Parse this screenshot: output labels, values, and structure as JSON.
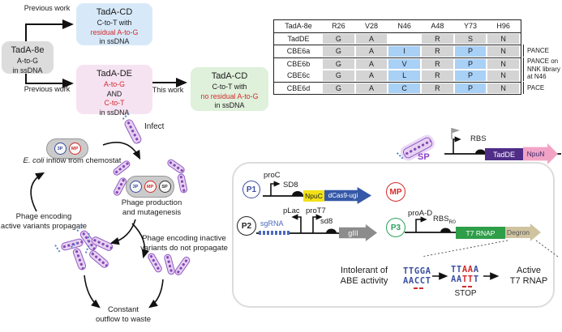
{
  "colors": {
    "accent_red": "#d42a2a",
    "box_blue": "#d7e9f9",
    "box_pink": "#f6e3f2",
    "box_green": "#dff0db",
    "box_gray": "#dcdcdc",
    "table_gray": "#d4d4d4",
    "highlight_blue": "#a9d0f5",
    "phage_purple": "#9159c0",
    "phage_fill": "#e6d2f2",
    "p1_blue": "#3b4ea0",
    "mp_red": "#d62a2a",
    "p3_green": "#2aa359",
    "sp_purple": "#8b3fc6",
    "npuc_yellow": "#f2e118",
    "dcas9_blue": "#3558a8",
    "giii_gray": "#8c8c8c",
    "t7_green": "#2f9e49",
    "degron_tan": "#cfc3a0",
    "tadde_purple": "#4f2d87",
    "npun_pink": "#f2a3c5",
    "seq_blue": "#3a4fa0"
  },
  "flowchart": {
    "prev_work_top": "Previous work",
    "prev_work_bottom": "Previous work",
    "this_work": "This work",
    "tada8e": {
      "title": "TadA-8e",
      "l1": "A-to-G",
      "l2": "in ssDNA"
    },
    "cd_prev": {
      "title": "TadA-CD",
      "l1": "C-to-T with",
      "red": "residual A-to-G",
      "l2": "in ssDNA"
    },
    "de": {
      "title": "TadA-DE",
      "red1": "A-to-G",
      "and": "AND",
      "red2": "C-to-T",
      "l1": "in ssDNA"
    },
    "cd_new": {
      "title": "TadA-CD",
      "l1": "C-to-T with",
      "red": "no residual A-to-G",
      "l2": "in ssDNA"
    }
  },
  "table": {
    "headers": [
      "TadA-8e",
      "R26",
      "V28",
      "N46",
      "A48",
      "Y73",
      "H96"
    ],
    "rows": [
      {
        "name": "TadDE",
        "cells": [
          "G",
          "A",
          "",
          "R",
          "S",
          "N"
        ]
      },
      {
        "name": "CBE6a",
        "cells": [
          "G",
          "A",
          "I",
          "R",
          "P",
          "N"
        ]
      },
      {
        "name": "CBE6b",
        "cells": [
          "G",
          "A",
          "V",
          "R",
          "P",
          "N"
        ]
      },
      {
        "name": "CBE6c",
        "cells": [
          "G",
          "A",
          "L",
          "R",
          "P",
          "N"
        ]
      },
      {
        "name": "CBE6d",
        "cells": [
          "G",
          "A",
          "C",
          "R",
          "P",
          "N"
        ]
      }
    ],
    "ann_pance": "PANCE",
    "ann_nnk": [
      "PANCE on",
      "NNK library",
      "at N46"
    ],
    "ann_pace": "PACE"
  },
  "cycle": {
    "infect": "Infect",
    "ecoli_italic": "E. coli",
    "ecoli_rest": " inflow from chemostat",
    "production": [
      "Phage production",
      "and mutagenesis"
    ],
    "active": [
      "Phage encoding",
      "active variants propagate"
    ],
    "inactive": [
      "Phage encoding inactive",
      "variants do not propagate"
    ],
    "waste": [
      "Constant",
      "outflow to waste"
    ],
    "plasmid_3p": "3P",
    "plasmid_mp": "MP",
    "plasmid_sp": "SP"
  },
  "panel": {
    "sp": {
      "label": "SP",
      "rbs": "RBS",
      "gene1": "TadDE",
      "gene2": "NpuN"
    },
    "p1": {
      "label": "P1",
      "promoter": "proC",
      "rbs": "SD8",
      "gene1": "NpuC",
      "gene2": "dCas9-ugi"
    },
    "mp": {
      "label": "MP"
    },
    "p2": {
      "label": "P2",
      "sgrna": "sgRNA",
      "plac": "pLac",
      "prot7": "proT7",
      "rbs": "sd8",
      "gene": "gIII"
    },
    "p3": {
      "label": "P3",
      "promoter": "proA-D",
      "rbs": "RBS",
      "rbs_sub": "R0",
      "gene1": "T7 RNAP",
      "gene2": "Degron"
    },
    "intolerant": [
      "Intolerant of",
      "ABE activity"
    ],
    "seq_before": {
      "top": "TTGGA",
      "bottom": "AACCT"
    },
    "seq_after": {
      "top_pre": "TT",
      "top_red": "AA",
      "top_post": "A",
      "bot_pre": "AA",
      "bot_red": "TT",
      "bot_post": "T",
      "stop": "STOP"
    },
    "active_t7": [
      "Active",
      "T7 RNAP"
    ]
  }
}
